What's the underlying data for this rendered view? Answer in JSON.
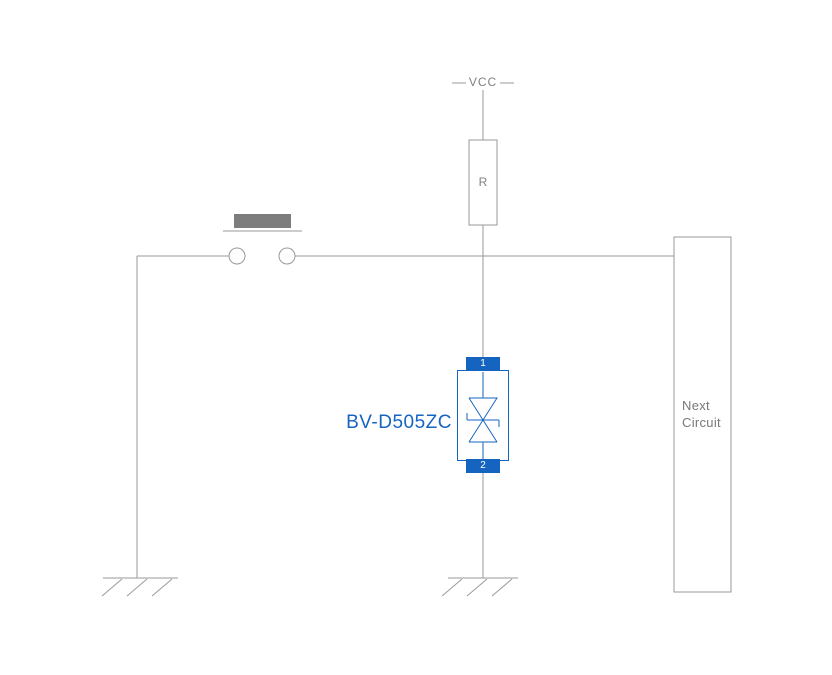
{
  "labels": {
    "vcc": "VCC",
    "resistor": "R",
    "component_name": "BV-D505ZC",
    "pin1": "1",
    "pin2": "2",
    "next_circuit": "Next Circuit"
  },
  "colors": {
    "accent_blue": "#1565c0",
    "wire_gray": "#9a9a9a",
    "label_gray": "#808080",
    "button_gray": "#7d7d7d"
  }
}
